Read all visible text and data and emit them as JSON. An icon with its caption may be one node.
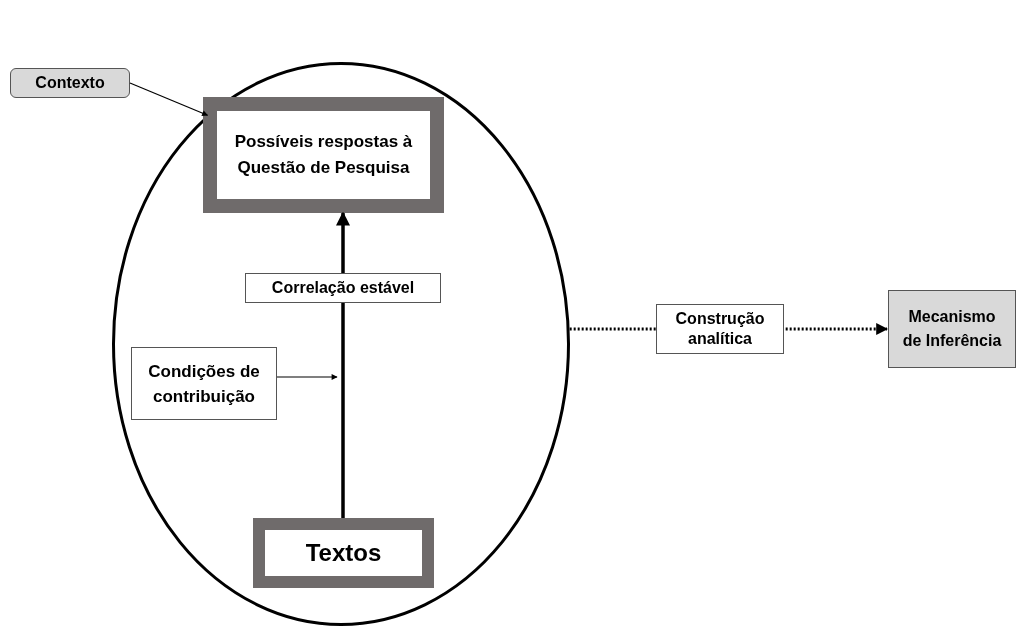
{
  "diagram": {
    "nodes": [
      {
        "text": [
          "Contexto"
        ]
      },
      {
        "text": [],
        "shape": "ellipse"
      },
      {
        "text": [
          "Possíveis respostas à Questão de Pesquisa"
        ],
        "in": 1
      },
      {
        "text": [
          "Condições de contribuição"
        ],
        "in": 1
      },
      {
        "text": [
          "Textos"
        ],
        "in": 1
      },
      {
        "text": [
          "Mecanismo de Inferência"
        ]
      }
    ],
    "edges": [
      {
        "from": 0,
        "to": 1,
        "arrow": "to"
      },
      {
        "from": 4,
        "to": 2,
        "arrow": "to",
        "label": "Correlação estável",
        "style": "thick"
      },
      {
        "from": 3,
        "to": null,
        "arrow": "to"
      },
      {
        "from": 1,
        "to": 5,
        "arrow": "to",
        "label": "Construção analítica",
        "style": "dashed"
      }
    ]
  }
}
